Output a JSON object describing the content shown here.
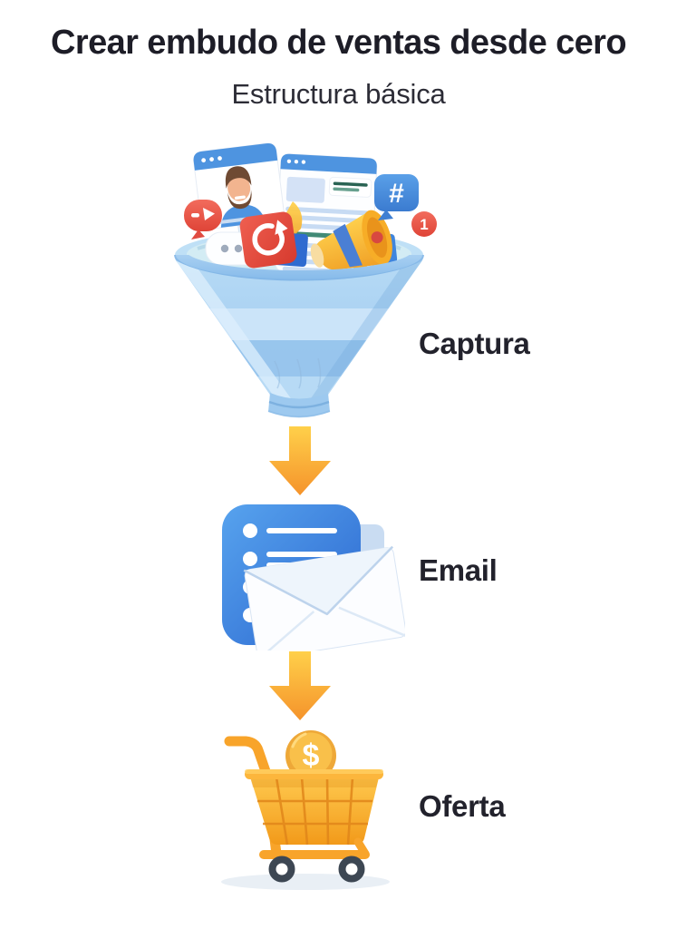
{
  "header": {
    "title": "Crear embudo de ventas desde cero",
    "subtitle": "Estructura básica"
  },
  "stages": [
    {
      "id": "captura",
      "label": "Captura",
      "illustration": "sales-funnel-collecting-marketing-content",
      "icons": [
        "browser-profile-card",
        "webpage-card",
        "click-cursor-bubble",
        "typing-dots-bubble",
        "replay-square",
        "megaphone",
        "hashtag-bubble",
        "notification-badge"
      ]
    },
    {
      "id": "email",
      "label": "Email",
      "illustration": "email-checklist-with-envelope",
      "icons": [
        "checklist-panel",
        "envelope"
      ]
    },
    {
      "id": "oferta",
      "label": "Oferta",
      "illustration": "shopping-cart-with-dollar-coin",
      "icons": [
        "shopping-cart",
        "dollar-coin"
      ]
    }
  ],
  "connector": {
    "type": "down-arrow"
  },
  "glyphs": {
    "hashtag": "#",
    "notification_count": "1",
    "currency": "$"
  },
  "colors": {
    "background": "#ffffff",
    "title_text": "#1d1d27",
    "label_text": "#22222c",
    "funnel_blue": "#a9d0f1",
    "panel_blue": "#3b7bd8",
    "arrow_orange_top": "#ffd04a",
    "arrow_orange_bottom": "#f5932b",
    "cart_yellow": "#f8a42a",
    "alert_red": "#e8564c"
  }
}
